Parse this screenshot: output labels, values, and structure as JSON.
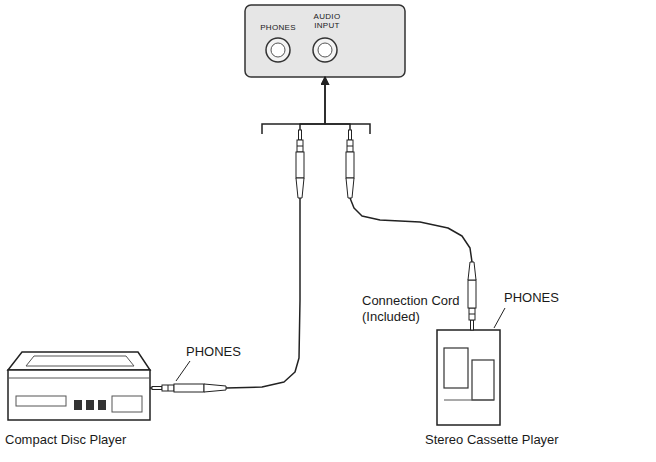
{
  "diagram": {
    "nodes": [
      {
        "text": [
          "PHONES",
          "AUDIO INPUT"
        ]
      },
      {
        "text": [
          "Compact Disc Player"
        ]
      },
      {
        "text": [
          "Stereo Cassette Player"
        ]
      }
    ],
    "edges": [
      {
        "from": 1,
        "to": 0,
        "arrow": "to"
      },
      {
        "from": 2,
        "to": 0,
        "arrow": "to"
      }
    ],
    "labels": [
      "PHONES",
      "Connection Cord (Included)",
      "PHONES"
    ]
  }
}
